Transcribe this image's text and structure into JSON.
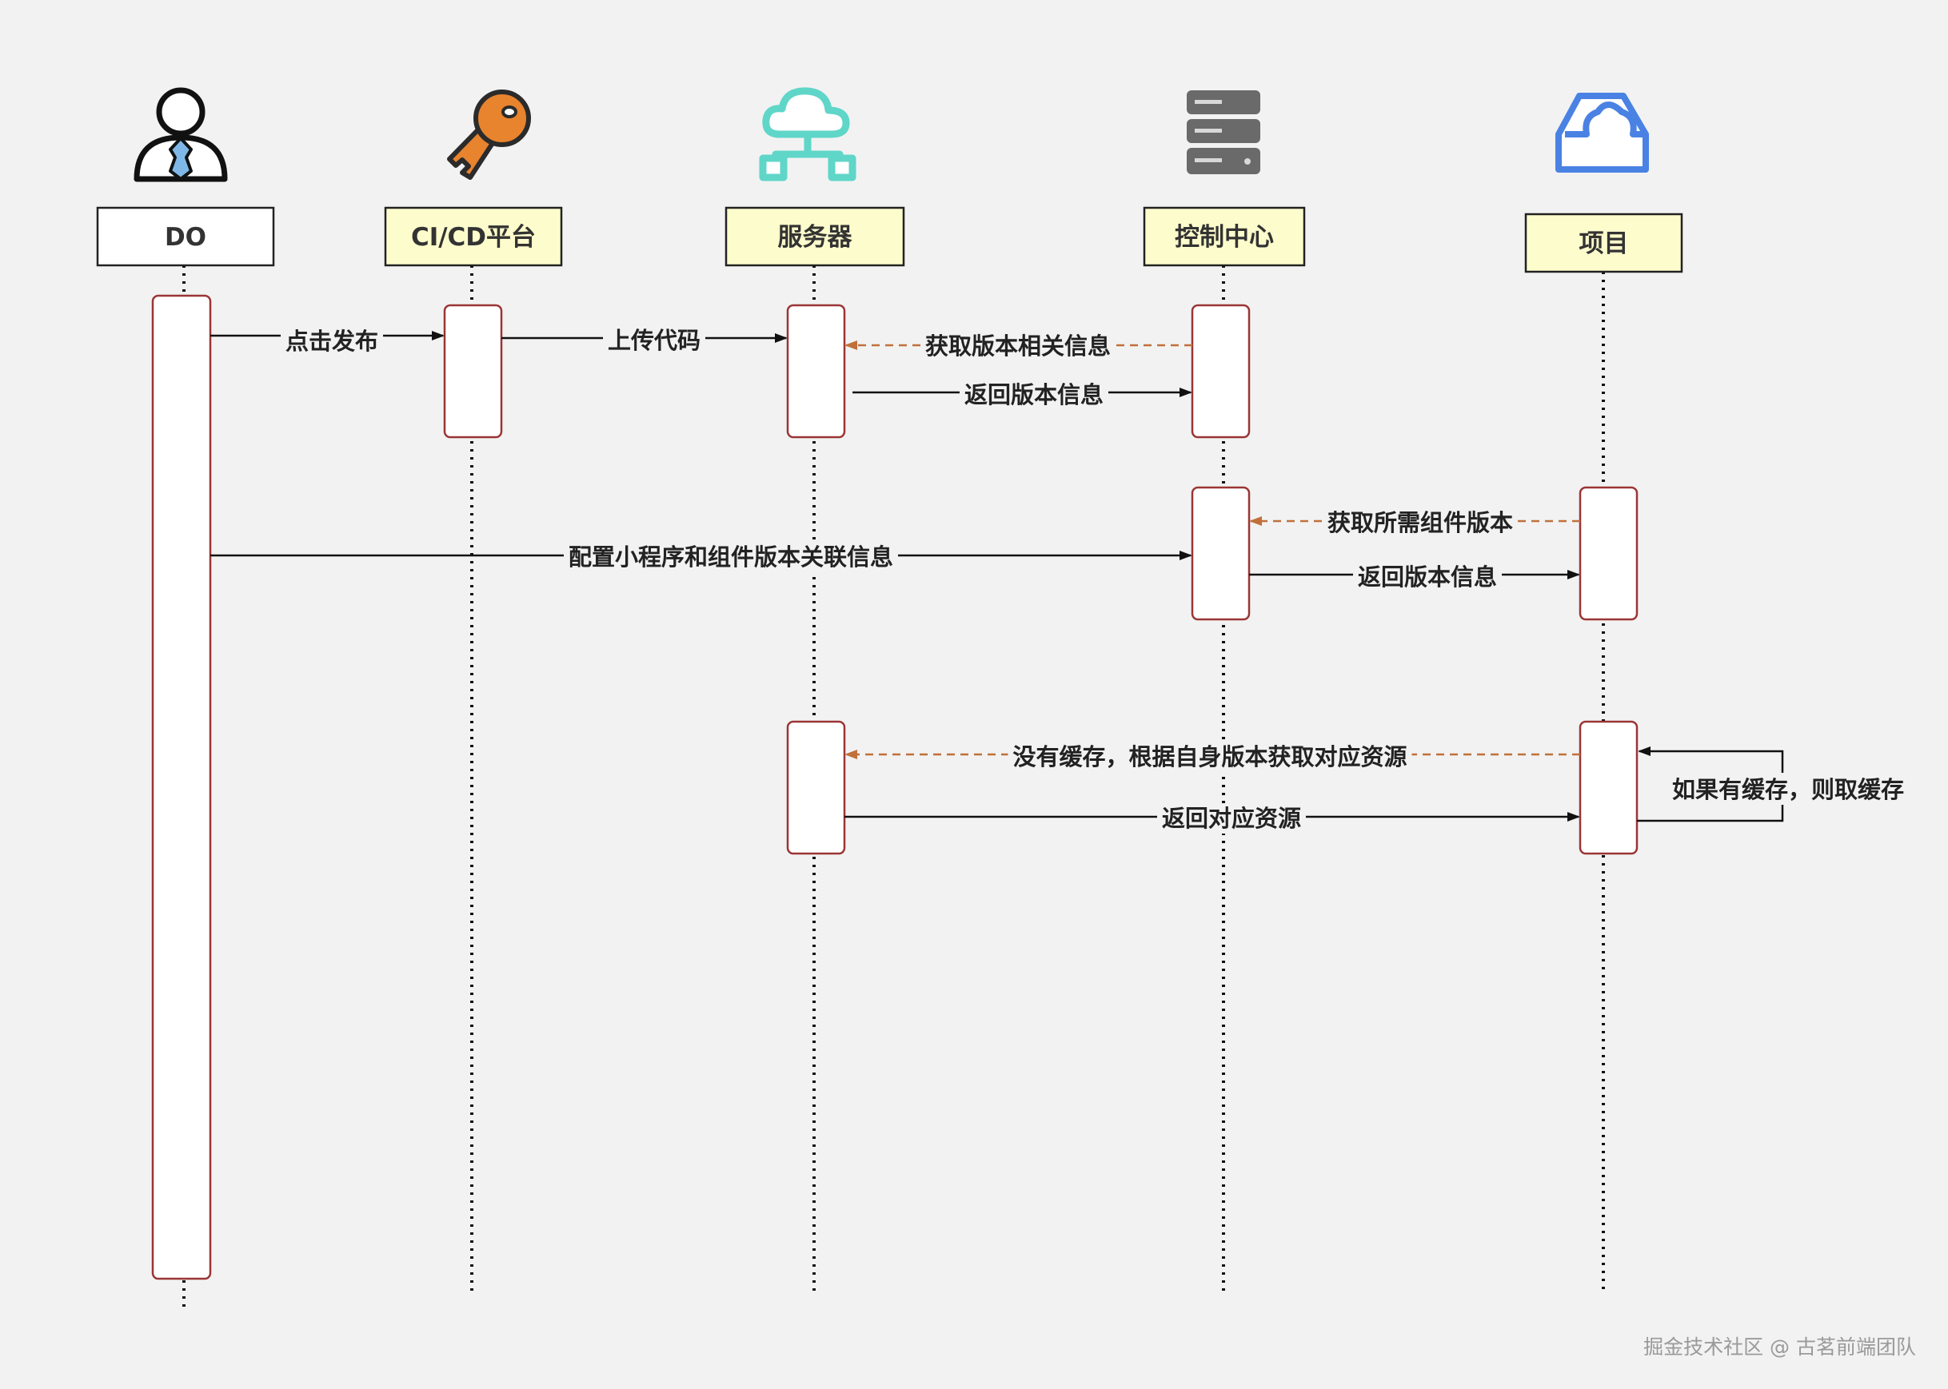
{
  "colors": {
    "background": "#f2f2f2",
    "solid_arrow": "#111111",
    "dashed_arrow": "#c0703a",
    "activation_border": "#9b3535",
    "participant_fill_highlight": "#fdfccc",
    "participant_fill_plain": "#ffffff"
  },
  "participants": [
    {
      "id": "do",
      "label": "DO",
      "icon": "person-icon"
    },
    {
      "id": "cicd",
      "label": "CI/CD平台",
      "icon": "key-icon"
    },
    {
      "id": "server",
      "label": "服务器",
      "icon": "cloud-network-icon"
    },
    {
      "id": "control",
      "label": "控制中心",
      "icon": "server-rack-icon"
    },
    {
      "id": "project",
      "label": "项目",
      "icon": "cloud-inbox-icon"
    }
  ],
  "messages": [
    {
      "id": "m1",
      "from": "do",
      "to": "cicd",
      "label": "点击发布",
      "style": "solid"
    },
    {
      "id": "m2",
      "from": "cicd",
      "to": "server",
      "label": "上传代码",
      "style": "solid"
    },
    {
      "id": "m3",
      "from": "control",
      "to": "server",
      "label": "获取版本相关信息",
      "style": "dashed"
    },
    {
      "id": "m4",
      "from": "server",
      "to": "control",
      "label": "返回版本信息",
      "style": "solid"
    },
    {
      "id": "m5",
      "from": "do",
      "to": "control",
      "label": "配置小程序和组件版本关联信息",
      "style": "solid"
    },
    {
      "id": "m6",
      "from": "project",
      "to": "control",
      "label": "获取所需组件版本",
      "style": "dashed"
    },
    {
      "id": "m7",
      "from": "control",
      "to": "project",
      "label": "返回版本信息",
      "style": "solid"
    },
    {
      "id": "m8",
      "from": "project",
      "to": "server",
      "label": "没有缓存，根据自身版本获取对应资源",
      "style": "dashed"
    },
    {
      "id": "m9",
      "from": "server",
      "to": "project",
      "label": "返回对应资源",
      "style": "solid"
    },
    {
      "id": "m10",
      "from": "project",
      "to": "project",
      "label": "如果有缓存，则取缓存",
      "style": "solid"
    }
  ],
  "watermark": "掘金技术社区 @ 古茗前端团队"
}
